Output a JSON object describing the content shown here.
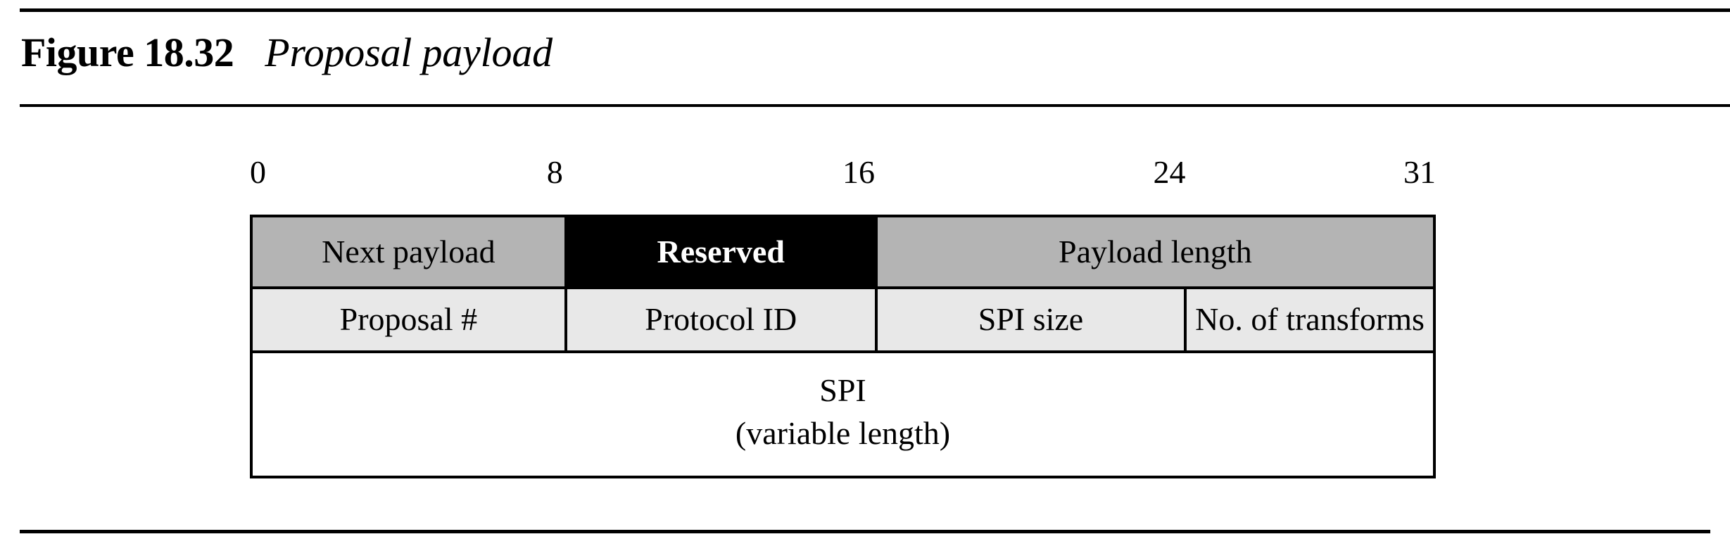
{
  "figure": {
    "label": "Figure 18.32",
    "title": "Proposal payload"
  },
  "bit_ruler": {
    "ticks": [
      "0",
      "8",
      "16",
      "24",
      "31"
    ]
  },
  "packet": {
    "rows": [
      {
        "cells": [
          {
            "label": "Next payload",
            "bits": 8,
            "style": "shade-dark"
          },
          {
            "label": "Reserved",
            "bits": 8,
            "style": "shade-black"
          },
          {
            "label": "Payload length",
            "bits": 16,
            "style": "shade-dark"
          }
        ]
      },
      {
        "cells": [
          {
            "label": "Proposal #",
            "bits": 8,
            "style": "shade-light"
          },
          {
            "label": "Protocol ID",
            "bits": 8,
            "style": "shade-light"
          },
          {
            "label": "SPI size",
            "bits": 8,
            "style": "shade-light"
          },
          {
            "label": "No. of transforms",
            "bits": 8,
            "style": "shade-light"
          }
        ]
      },
      {
        "cells": [
          {
            "label": "SPI",
            "label_line2": "(variable length)",
            "bits": 32,
            "style": "shade-white"
          }
        ]
      }
    ]
  },
  "colors": {
    "shade_dark": "#b4b4b4",
    "shade_light": "#e8e8e8",
    "shade_black": "#000000",
    "border": "#000000",
    "page_background": "#ffffff"
  }
}
